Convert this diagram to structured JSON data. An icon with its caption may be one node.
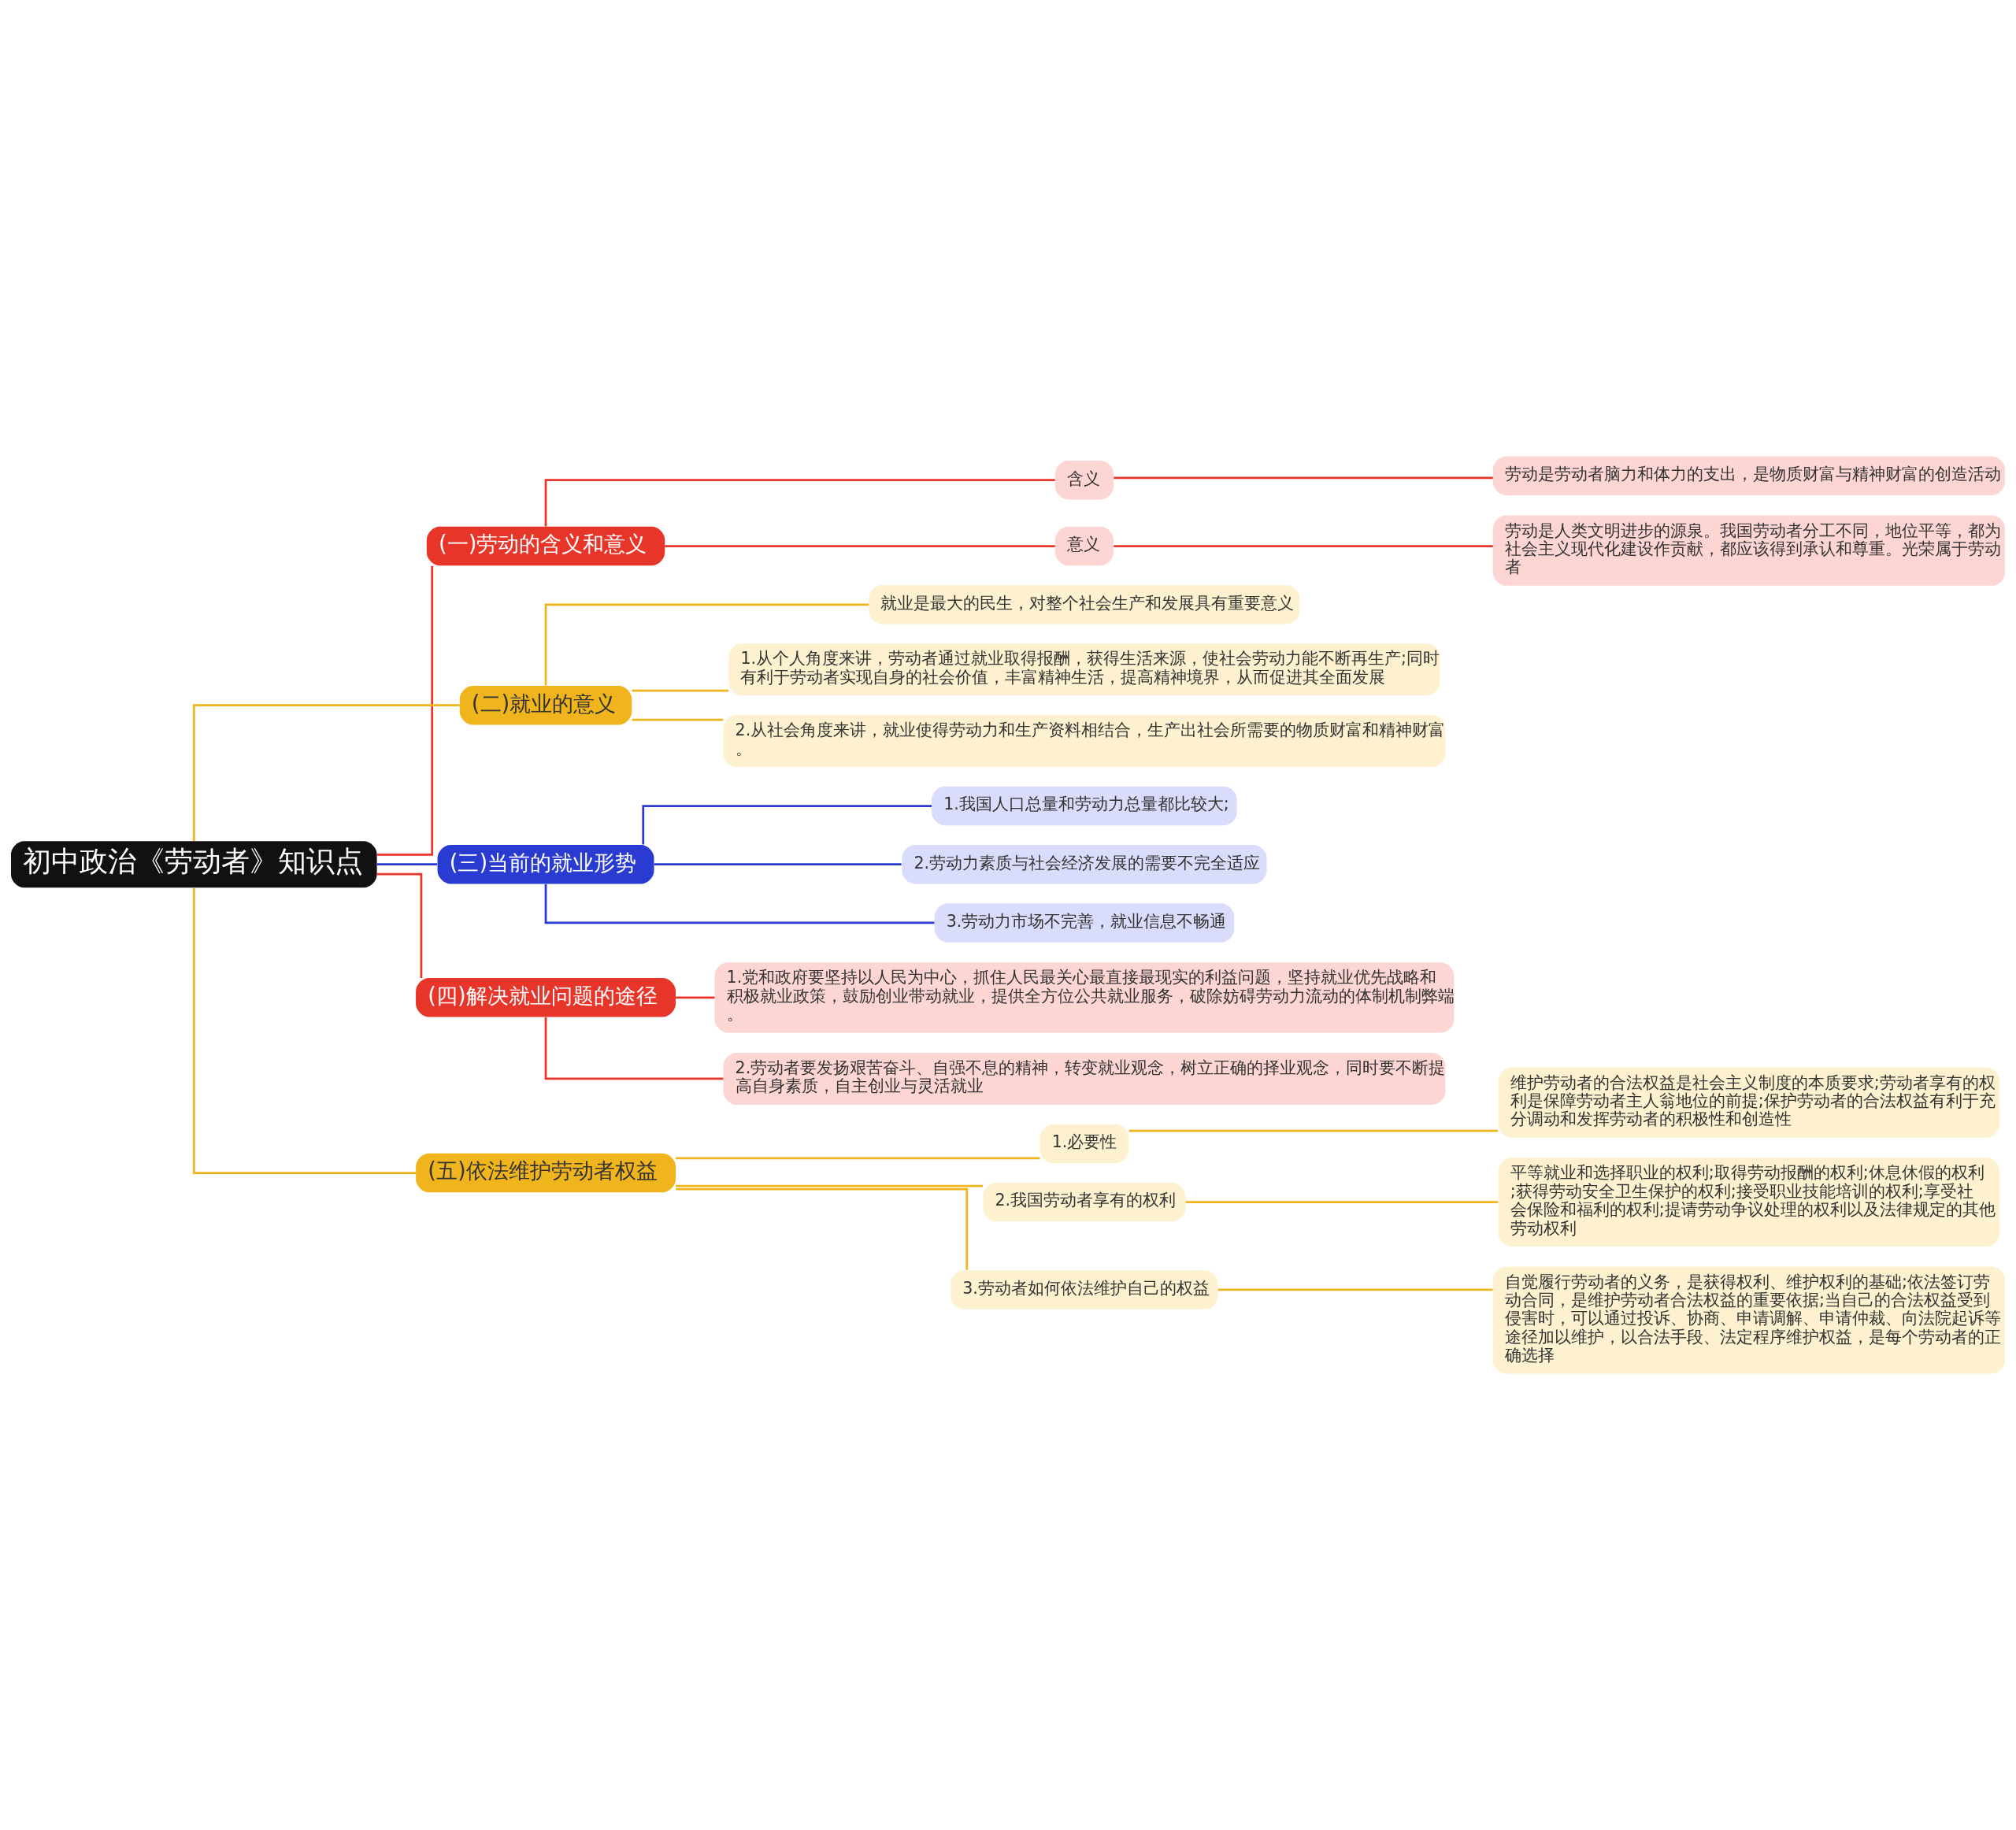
{
  "diagram": {
    "nodes": [
      {
        "text": [
          "初中政治《劳动者》知识点"
        ]
      },
      {
        "text": [
          "(一)劳动的含义和意义"
        ]
      },
      {
        "text": [
          "含义"
        ]
      },
      {
        "text": [
          "劳动是劳动者脑力和体力的支出，是物质财富与精神财富的创造活动"
        ]
      },
      {
        "text": [
          "意义"
        ]
      },
      {
        "text": [
          "劳动是人类文明进步的源泉。我国劳动者分工不同，地位平等，都为社会主义现代化建设作贡献，都应该得到承认和尊重。光荣属于劳动者"
        ]
      },
      {
        "text": [
          "(二)就业的意义"
        ]
      },
      {
        "text": [
          "就业是最大的民生，对整个社会生产和发展具有重要意义"
        ]
      },
      {
        "text": [
          "1.从个人角度来讲，劳动者通过就业取得报酬，获得生活来源，使社会劳动力能不断再生产;同时有利于劳动者实现自身的社会价值，丰富精神生活，提高精神境界，从而促进其全面发展"
        ]
      },
      {
        "text": [
          "2.从社会角度来讲，就业使得劳动力和生产资料相结合，生产出社会所需要的物质财富和精神财富。"
        ]
      },
      {
        "text": [
          "(三)当前的就业形势"
        ]
      },
      {
        "text": [
          "1.我国人口总量和劳动力总量都比较大;"
        ]
      },
      {
        "text": [
          "2.劳动力素质与社会经济发展的需要不完全适应"
        ]
      },
      {
        "text": [
          "3.劳动力市场不完善，就业信息不畅通"
        ]
      },
      {
        "text": [
          "(四)解决就业问题的途径"
        ]
      },
      {
        "text": [
          "1.党和政府要坚持以人民为中心，抓住人民最关心最直接最现实的利益问题，坚持就业优先战略和积极就业政策，鼓励创业带动就业，提供全方位公共就业服务，破除妨碍劳动力流动的体制机制弊端。"
        ]
      },
      {
        "text": [
          "2.劳动者要发扬艰苦奋斗、自强不息的精神，转变就业观念，树立正确的择业观念，同时要不断提高自身素质，自主创业与灵活就业"
        ]
      },
      {
        "text": [
          "(五)依法维护劳动者权益"
        ]
      },
      {
        "text": [
          "1.必要性"
        ]
      },
      {
        "text": [
          "维护劳动者的合法权益是社会主义制度的本质要求;劳动者享有的权利是保障劳动者主人翁地位的前提;保护劳动者的合法权益有利于充分调动和发挥劳动者的积极性和创造性"
        ]
      },
      {
        "text": [
          "2.我国劳动者享有的权利"
        ]
      },
      {
        "text": [
          "平等就业和选择职业的权利;取得劳动报酬的权利;休息休假的权利;获得劳动安全卫生保护的权利;接受职业技能培训的权利;享受社会保险和福利的权利;提请劳动争议处理的权利以及法律规定的其他劳动权利"
        ]
      },
      {
        "text": [
          "3.劳动者如何依法维护自己的权益"
        ]
      },
      {
        "text": [
          "自觉履行劳动者的义务，是获得权利、维护权利的基础;依法签订劳动合同，是维护劳动者合法权益的重要依据;当自己的合法权益受到侵害时，可以通过投诉、协商、申请调解、申请仲裁、向法院起诉等途径加以维护，以合法手段、法定程序维护权益，是每个劳动者的正确选择"
        ]
      }
    ],
    "edges": [
      {
        "from": 0,
        "to": 1,
        "arrow": "none",
        "color": "#e8352a"
      },
      {
        "from": 1,
        "to": 2,
        "arrow": "none",
        "color": "#e8352a"
      },
      {
        "from": 2,
        "to": 3,
        "arrow": "none",
        "color": "#e8352a"
      },
      {
        "from": 1,
        "to": 4,
        "arrow": "none",
        "color": "#e8352a"
      },
      {
        "from": 4,
        "to": 5,
        "arrow": "none",
        "color": "#e8352a"
      },
      {
        "from": 0,
        "to": 6,
        "arrow": "none"
      },
      {
        "from": 6,
        "to": 7,
        "arrow": "none"
      },
      {
        "from": 6,
        "to": 8,
        "arrow": "none"
      },
      {
        "from": 6,
        "to": 9,
        "arrow": "none"
      },
      {
        "from": 0,
        "to": 10,
        "arrow": "none",
        "color": "#2a3bd1"
      },
      {
        "from": 10,
        "to": 11,
        "arrow": "none",
        "color": "#2a3bd1"
      },
      {
        "from": 10,
        "to": 12,
        "arrow": "none",
        "color": "#2a3bd1"
      },
      {
        "from": 10,
        "to": 13,
        "arrow": "none",
        "color": "#2a3bd1"
      },
      {
        "from": 0,
        "to": 14,
        "arrow": "none",
        "color": "#e8352a"
      },
      {
        "from": 14,
        "to": 15,
        "arrow": "none",
        "color": "#e8352a"
      },
      {
        "from": 14,
        "to": 16,
        "arrow": "none",
        "color": "#e8352a"
      },
      {
        "from": 0,
        "to": 17,
        "arrow": "none"
      },
      {
        "from": 17,
        "to": 18,
        "arrow": "none"
      },
      {
        "from": 18,
        "to": 19,
        "arrow": "none"
      },
      {
        "from": 17,
        "to": 20,
        "arrow": "none"
      },
      {
        "from": 20,
        "to": 21,
        "arrow": "none"
      },
      {
        "from": 17,
        "to": 22,
        "arrow": "none"
      },
      {
        "from": 22,
        "to": 23,
        "arrow": "none"
      }
    ]
  }
}
